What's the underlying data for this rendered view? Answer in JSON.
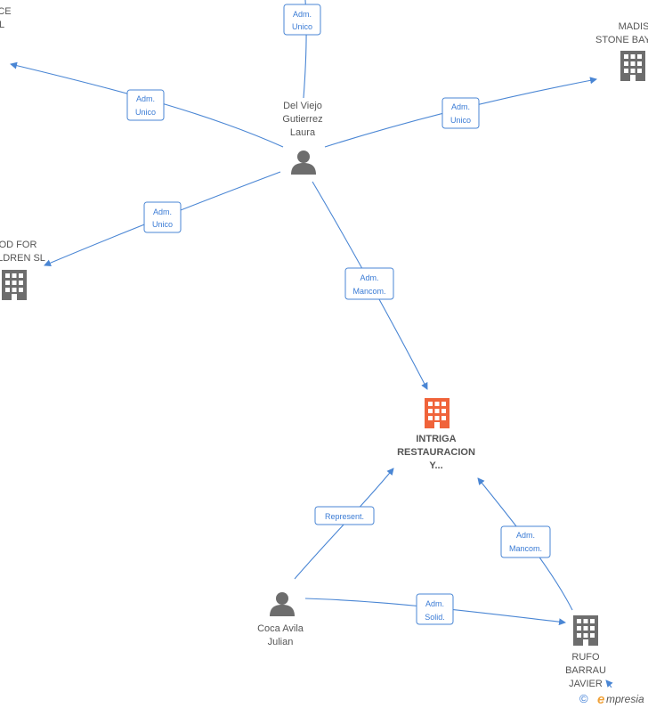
{
  "nodes": {
    "person_laura": {
      "label": [
        "Del Viejo",
        "Gutierrez",
        "Laura"
      ],
      "kind": "person-icon"
    },
    "person_julian": {
      "label": [
        "Coca Avila",
        "Julian"
      ],
      "kind": "person-icon"
    },
    "company_main": {
      "label": [
        "INTRIGA",
        "RESTAURACION",
        "Y..."
      ],
      "kind": "building-icon",
      "color": "#f0633a"
    },
    "company_topleft": {
      "label": [
        "CE",
        "L"
      ],
      "kind": "building-icon"
    },
    "company_madis": {
      "label": [
        "MADIS",
        "STONE BAY"
      ],
      "kind": "building-icon"
    },
    "company_food": {
      "label": [
        "OD FOR",
        "LDREN  SL"
      ],
      "kind": "building-icon"
    },
    "company_rufo": {
      "label": [
        "RUFO",
        "BARRAU",
        "JAVIER"
      ],
      "kind": "building-icon"
    }
  },
  "edges": {
    "e_top": [
      "Adm.",
      "Unico"
    ],
    "e_left": [
      "Adm.",
      "Unico"
    ],
    "e_right": [
      "Adm.",
      "Unico"
    ],
    "e_food": [
      "Adm.",
      "Unico"
    ],
    "e_main": [
      "Adm.",
      "Mancom."
    ],
    "e_represent": [
      "Represent."
    ],
    "e_solid": [
      "Adm.",
      "Solid."
    ],
    "e_rufo_main": [
      "Adm.",
      "Mancom."
    ]
  },
  "colors": {
    "edge": "#4a86d4",
    "icon": "#6d6d6d",
    "main": "#f0633a"
  },
  "watermark": {
    "copyright": "©",
    "brand": "mpresia",
    "brand_initial": "e"
  }
}
